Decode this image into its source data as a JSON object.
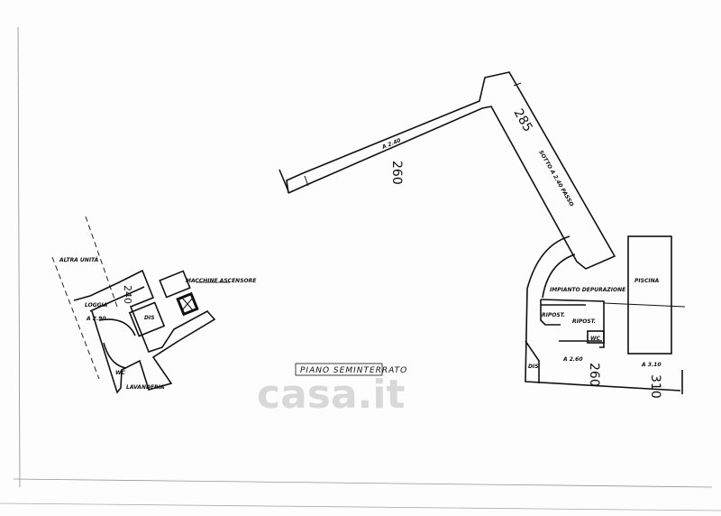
{
  "drawing": {
    "title": "PIANO SEMINTERRATO",
    "watermark": "casa.it",
    "labels": {
      "altra_unita": "ALTRA UNITÀ",
      "macchine_ascensore": "MACCHINE ASCENSORE",
      "loggia": "LOGGIA",
      "loggia_height": "A 2.90",
      "loggia_dim": "240",
      "dis_left": "DIS",
      "wc_left": "WC",
      "lavanderia": "LAVANDERIA",
      "corridor_height": "A 2.40",
      "corridor_dim": "260",
      "ramp_dim": "285",
      "ramp_label": "SOTTO A 2.40 PASSO",
      "impianto": "IMPIANTO DEPURAZIONE",
      "ripost_1": "RIPOST.",
      "ripost_2": "RIPOST.",
      "wc_right": "WC",
      "dis_right": "DIS",
      "piscina": "PISCINA",
      "right_height": "A 2.60",
      "right_dim": "260",
      "piscina_height": "A 3.10",
      "piscina_dim": "310"
    }
  }
}
